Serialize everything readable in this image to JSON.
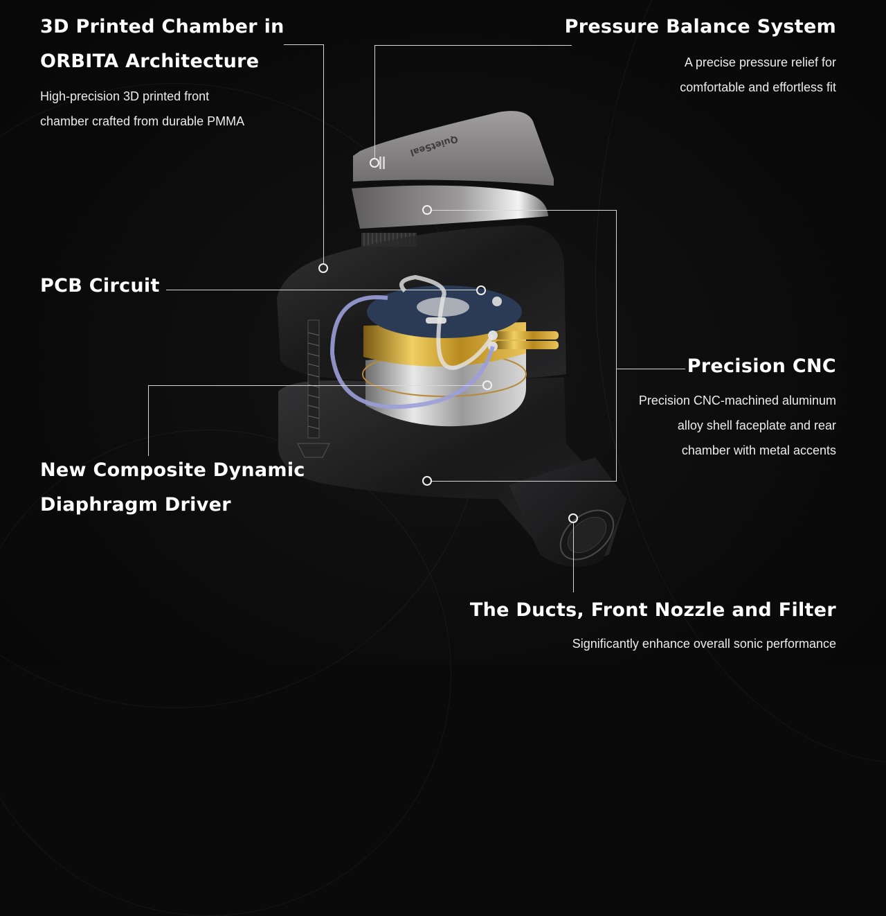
{
  "callouts": [
    {
      "id": "chamber",
      "title_lines": [
        "3D Printed Chamber in",
        "ORBITA Architecture"
      ],
      "desc_lines": [
        "High-precision 3D printed front",
        "chamber crafted from durable PMMA"
      ]
    },
    {
      "id": "pressure",
      "title_lines": [
        "Pressure Balance System"
      ],
      "desc_lines": [
        "A precise pressure relief for",
        "comfortable and effortless fit"
      ]
    },
    {
      "id": "pcb",
      "title_lines": [
        "PCB Circuit"
      ],
      "desc_lines": []
    },
    {
      "id": "cnc",
      "title_lines": [
        "Precision CNC"
      ],
      "desc_lines": [
        "Precision CNC-machined aluminum",
        "alloy shell faceplate and rear",
        "chamber with metal accents"
      ]
    },
    {
      "id": "driver",
      "title_lines": [
        "New Composite Dynamic",
        "Diaphragm Driver"
      ],
      "desc_lines": []
    },
    {
      "id": "nozzle",
      "title_lines": [
        "The Ducts, Front Nozzle and Filter"
      ],
      "desc_lines": [
        "Significantly enhance overall sonic performance"
      ]
    }
  ],
  "product": {
    "faceplate_engraving": "QuietSeal",
    "colors": {
      "background": "#0a0a0a",
      "faceplate": "#8a8788",
      "shell": "#1c1c1e",
      "gold": "#c9a23a",
      "diaphragm_blue": "#2b3a55",
      "cable_lavender": "#9a9ed8",
      "silver": "#cfcfcf",
      "callout_line": "#d8d8d8"
    }
  }
}
